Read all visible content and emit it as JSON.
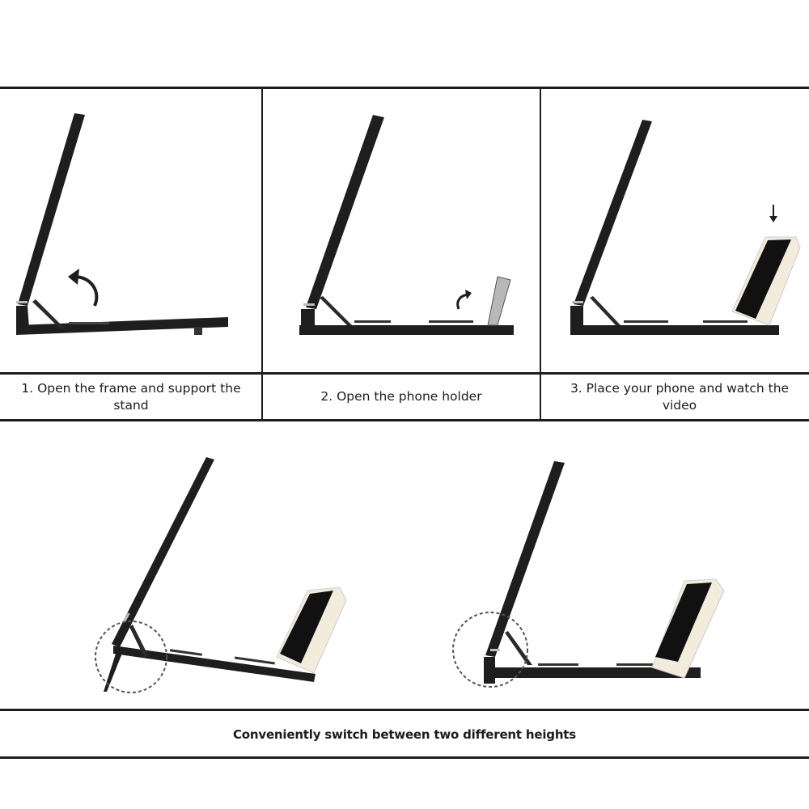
{
  "steps": [
    {
      "number": "1",
      "caption": "1. Open the frame and support the stand",
      "illustration": "stand-frame-open-with-arrow"
    },
    {
      "number": "2",
      "caption": "2. Open the phone holder",
      "illustration": "stand-phone-holder-open-with-arrow"
    },
    {
      "number": "3",
      "caption": "3. Place your phone and watch the video",
      "illustration": "stand-with-phone-placed-down-arrow"
    }
  ],
  "height_modes": [
    {
      "name": "raised",
      "illustration": "stand-raised-with-leg-circled"
    },
    {
      "name": "flat",
      "illustration": "stand-flat-with-hinge-circled"
    }
  ],
  "bottom_caption": "Conveniently switch between two different heights",
  "colors": {
    "frame": "#1e1e1e",
    "line": "#1e1e1e",
    "background": "#ffffff",
    "phone_body": "#f3ecdd"
  }
}
